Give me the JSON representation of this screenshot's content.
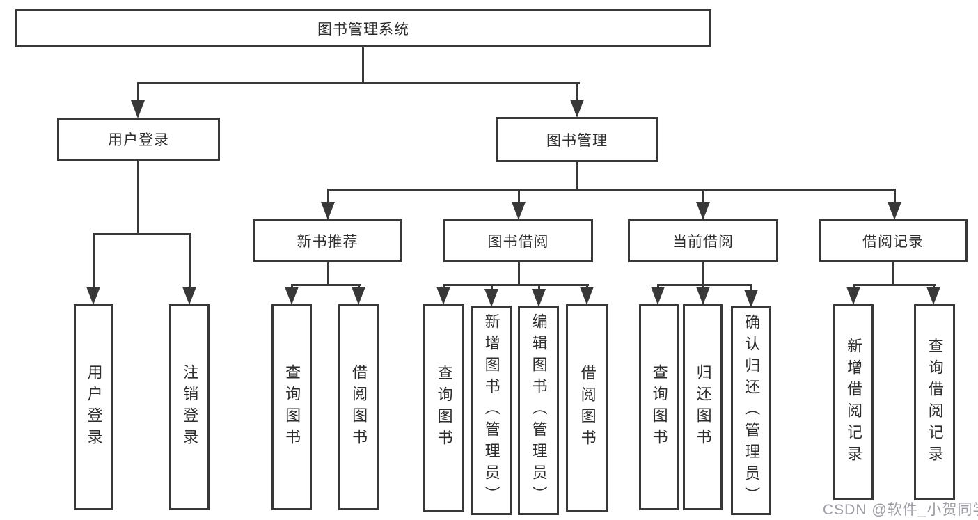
{
  "diagram": {
    "type": "hierarchy-tree",
    "colors": {
      "line": "#383838",
      "box_border": "#383838",
      "text": "#2d2d2d",
      "background": "#ffffff",
      "watermark": "#9b9ca3"
    },
    "tree": {
      "label": "图书管理系统",
      "children": [
        {
          "label": "用户登录",
          "children": [
            {
              "label": "用户登录"
            },
            {
              "label": "注销登录"
            }
          ]
        },
        {
          "label": "图书管理",
          "children": [
            {
              "label": "新书推荐",
              "children": [
                {
                  "label": "查询图书"
                },
                {
                  "label": "借阅图书"
                }
              ]
            },
            {
              "label": "图书借阅",
              "children": [
                {
                  "label": "查询图书"
                },
                {
                  "label": "新增图书（管理员）"
                },
                {
                  "label": "编辑图书（管理员）"
                },
                {
                  "label": "借阅图书"
                }
              ]
            },
            {
              "label": "当前借阅",
              "children": [
                {
                  "label": "查询图书"
                },
                {
                  "label": "归还图书"
                },
                {
                  "label": "确认归还（管理员）"
                }
              ]
            },
            {
              "label": "借阅记录",
              "children": [
                {
                  "label": "新增借阅记录"
                },
                {
                  "label": "查询借阅记录"
                }
              ]
            }
          ]
        }
      ]
    },
    "watermark": {
      "text": "CSDN @软件_小贺同学"
    }
  }
}
